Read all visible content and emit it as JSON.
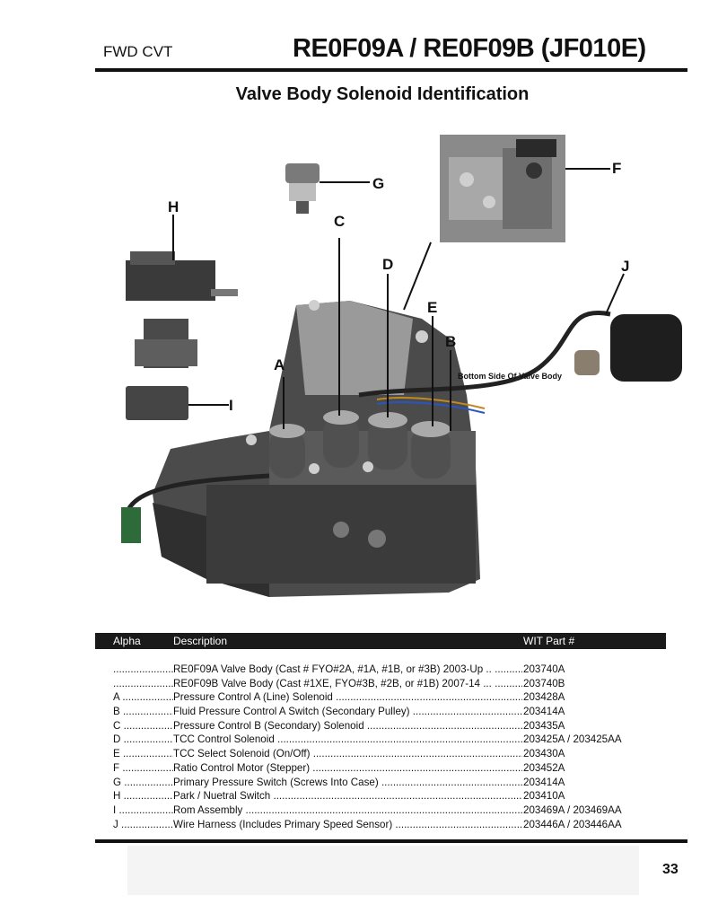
{
  "header": {
    "left": "FWD CVT",
    "right": "RE0F09A  / RE0F09B (JF010E)"
  },
  "title": "Valve Body Solenoid Identification",
  "figure": {
    "callouts": {
      "a": "A",
      "b": "B",
      "c": "C",
      "d": "D",
      "e": "E",
      "f": "F",
      "g": "G",
      "h": "H",
      "i": "I",
      "j": "J"
    },
    "inset_caption": "Bottom Side Of Valve Body"
  },
  "table": {
    "headers": {
      "alpha": "Alpha",
      "description": "Description",
      "part": "WIT Part #"
    },
    "rows": [
      {
        "alpha": "",
        "description": "RE0F09A Valve Body (Cast # FYO#2A, #1A, #1B, or #3B) 2003-Up ..",
        "part": "203740A"
      },
      {
        "alpha": "",
        "description": "RE0F09B Valve Body (Cast #1XE, FYO#3B, #2B, or #1B) 2007-14 ...",
        "part": "203740B"
      },
      {
        "alpha": "A",
        "description": "Pressure Control A (Line) Solenoid",
        "part": "203428A"
      },
      {
        "alpha": "B",
        "description": "Fluid Pressure Control A Switch (Secondary Pulley)",
        "part": "203414A"
      },
      {
        "alpha": "C",
        "description": "Pressure Control B (Secondary) Solenoid",
        "part": "203435A"
      },
      {
        "alpha": "D",
        "description": "TCC Control Solenoid",
        "part": "203425A / 203425AA"
      },
      {
        "alpha": "E",
        "description": "TCC Select Solenoid (On/Off)",
        "part": "203430A"
      },
      {
        "alpha": "F",
        "description": "Ratio Control Motor (Stepper)",
        "part": "203452A"
      },
      {
        "alpha": "G",
        "description": "Primary Pressure Switch (Screws Into Case)",
        "part": "203414A"
      },
      {
        "alpha": "H",
        "description": "Park / Nuetral Switch",
        "part": "203410A"
      },
      {
        "alpha": "I",
        "description": "Rom Assembly",
        "part": "203469A / 203469AA"
      },
      {
        "alpha": "J",
        "description": "Wire Harness (Includes Primary Speed Sensor)",
        "part": "203446A / 203446AA"
      }
    ]
  },
  "page_number": "33"
}
